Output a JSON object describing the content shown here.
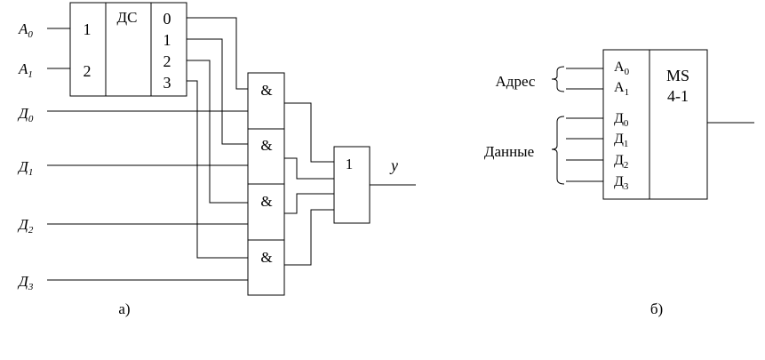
{
  "diagram_a": {
    "decoder": {
      "title": "ДС",
      "inputs": [
        "1",
        "2"
      ],
      "outputs": [
        "0",
        "1",
        "2",
        "3"
      ]
    },
    "address_inputs": [
      {
        "base": "A",
        "sub": "0"
      },
      {
        "base": "A",
        "sub": "1"
      }
    ],
    "data_inputs": [
      {
        "base": "Д",
        "sub": "0"
      },
      {
        "base": "Д",
        "sub": "1"
      },
      {
        "base": "Д",
        "sub": "2"
      },
      {
        "base": "Д",
        "sub": "3"
      }
    ],
    "and_gates": [
      "&",
      "&",
      "&",
      "&"
    ],
    "or_gate": "1",
    "output": "y",
    "caption": "а)"
  },
  "diagram_b": {
    "chip_title": "MS",
    "chip_subtitle": "4-1",
    "address_group_label": "Адрес",
    "data_group_label": "Данные",
    "address_pins": [
      {
        "base": "A",
        "sub": "0"
      },
      {
        "base": "A",
        "sub": "1"
      }
    ],
    "data_pins": [
      {
        "base": "Д",
        "sub": "0"
      },
      {
        "base": "Д",
        "sub": "1"
      },
      {
        "base": "Д",
        "sub": "2"
      },
      {
        "base": "Д",
        "sub": "3"
      }
    ],
    "caption": "б)"
  }
}
